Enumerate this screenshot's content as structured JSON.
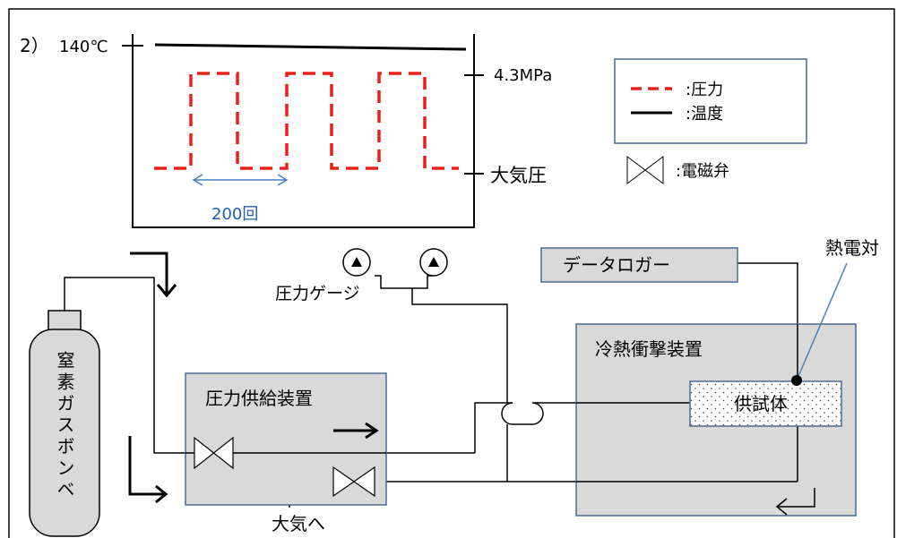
{
  "figure_number": "2）",
  "graph": {
    "temp_label": "140℃",
    "pressure_high_label": "4.3MPa",
    "pressure_low_label": "大気圧",
    "cycle_label": "200回"
  },
  "legend": {
    "pressure": ":圧力",
    "temperature": ":温度",
    "valve": ":電磁弁"
  },
  "components": {
    "cylinder": "窒素ガスボンベ",
    "pressure_supply": "圧力供給装置",
    "gauge": "圧力ゲージ",
    "logger": "データロガー",
    "thermocouple": "熱電対",
    "shock_device": "冷熱衝撃装置",
    "specimen": "供試体",
    "to_atmosphere": "大気へ"
  },
  "colors": {
    "pressure_line": "#e8221a",
    "temp_line": "#000000",
    "cycle_arrow": "#4a7fc1",
    "cycle_text": "#1f5fae",
    "box_fill": "#d9d9d9",
    "box_border": "#4a6b96",
    "callout_line": "#4a7fc1"
  }
}
